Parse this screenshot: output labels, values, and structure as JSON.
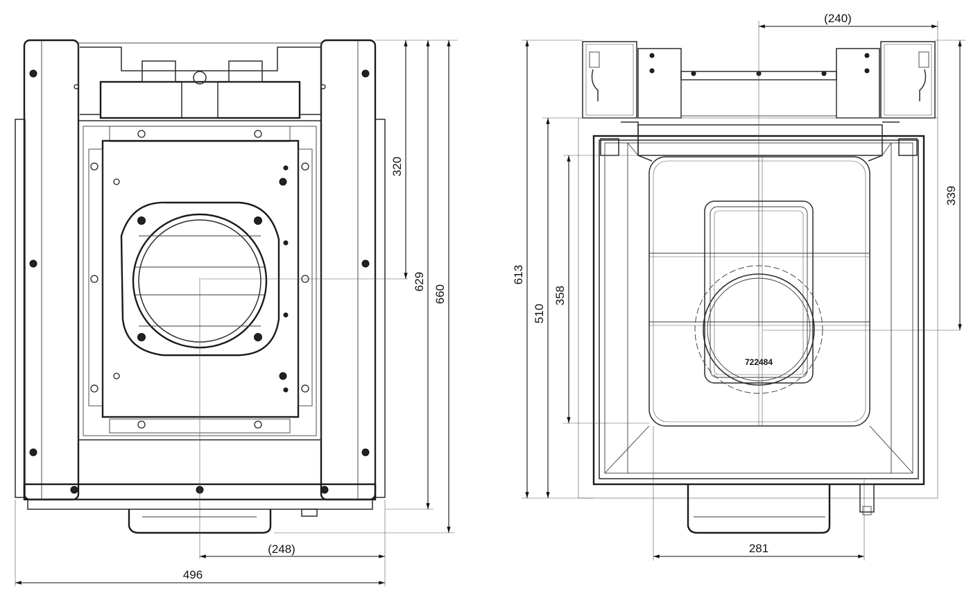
{
  "dimensions": {
    "front": {
      "width_total": "496",
      "center_offset": "(248)",
      "height_320": "320",
      "height_629": "629",
      "height_660": "660"
    },
    "side": {
      "top_offset": "(240)",
      "height_339": "339",
      "height_613": "613",
      "height_510": "510",
      "height_358": "358",
      "bottom_281": "281"
    }
  },
  "part_number": "722484"
}
